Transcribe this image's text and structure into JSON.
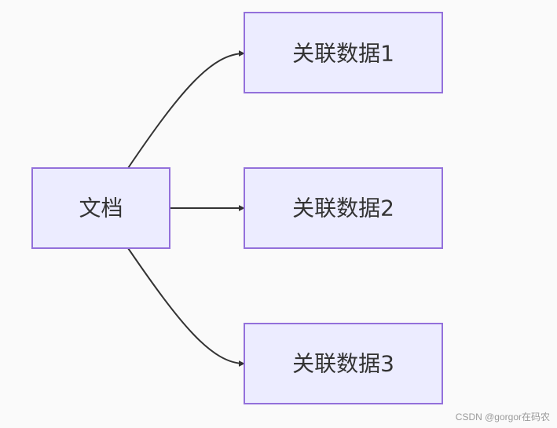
{
  "diagram": {
    "source": {
      "label": "文档"
    },
    "targets": [
      {
        "label": "关联数据1"
      },
      {
        "label": "关联数据2"
      },
      {
        "label": "关联数据3"
      }
    ]
  },
  "watermark": "CSDN @gorgor在码农"
}
